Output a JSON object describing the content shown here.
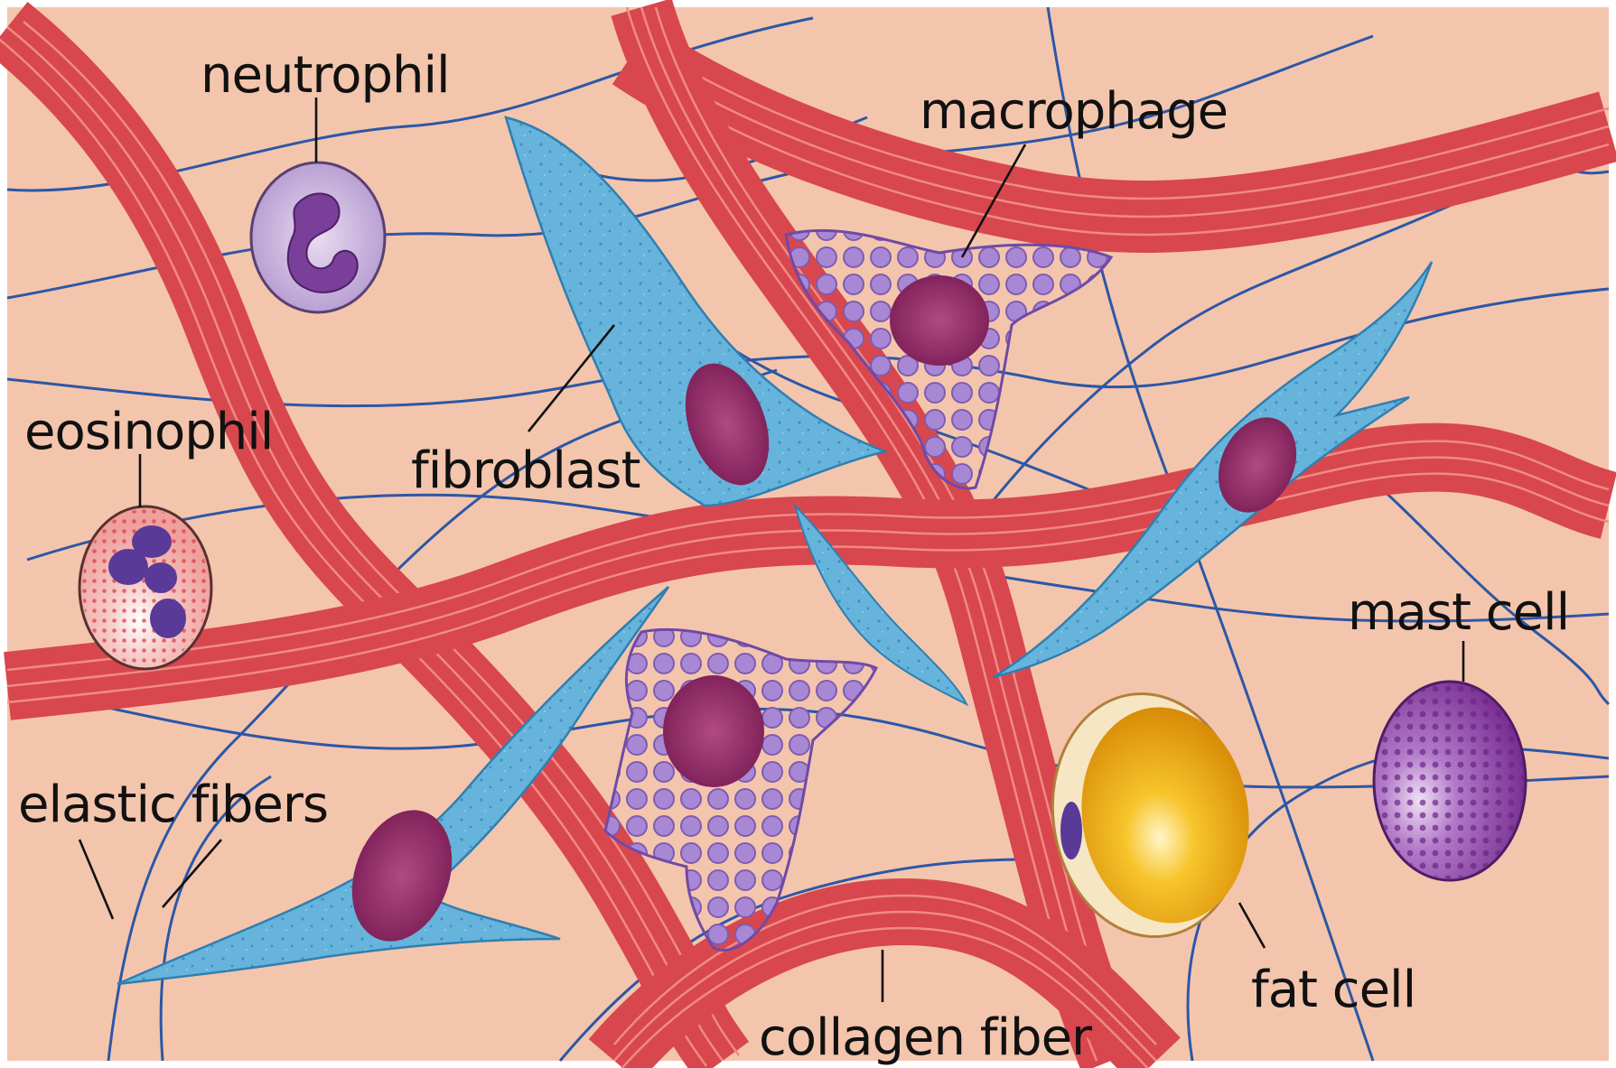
{
  "labels": {
    "neutrophil": "neutrophil",
    "macrophage": "macrophage",
    "eosinophil": "eosinophil",
    "fibroblast": "fibroblast",
    "mast_cell": "mast cell",
    "elastic_fibers": "elastic fibers",
    "fat_cell": "fat cell",
    "collagen_fiber": "collagen fiber"
  },
  "colors": {
    "background": "#f4c5ad",
    "collagen": "#d8474d",
    "collagen_stripe": "#f08a86",
    "elastic": "#2c57a6",
    "fibroblast": "#5aaed6",
    "nucleus": "#9b2f6e",
    "macrophage": "#9a74c6",
    "fat_cell": "#f0b21a",
    "mast_cell": "#8a3fa0"
  }
}
